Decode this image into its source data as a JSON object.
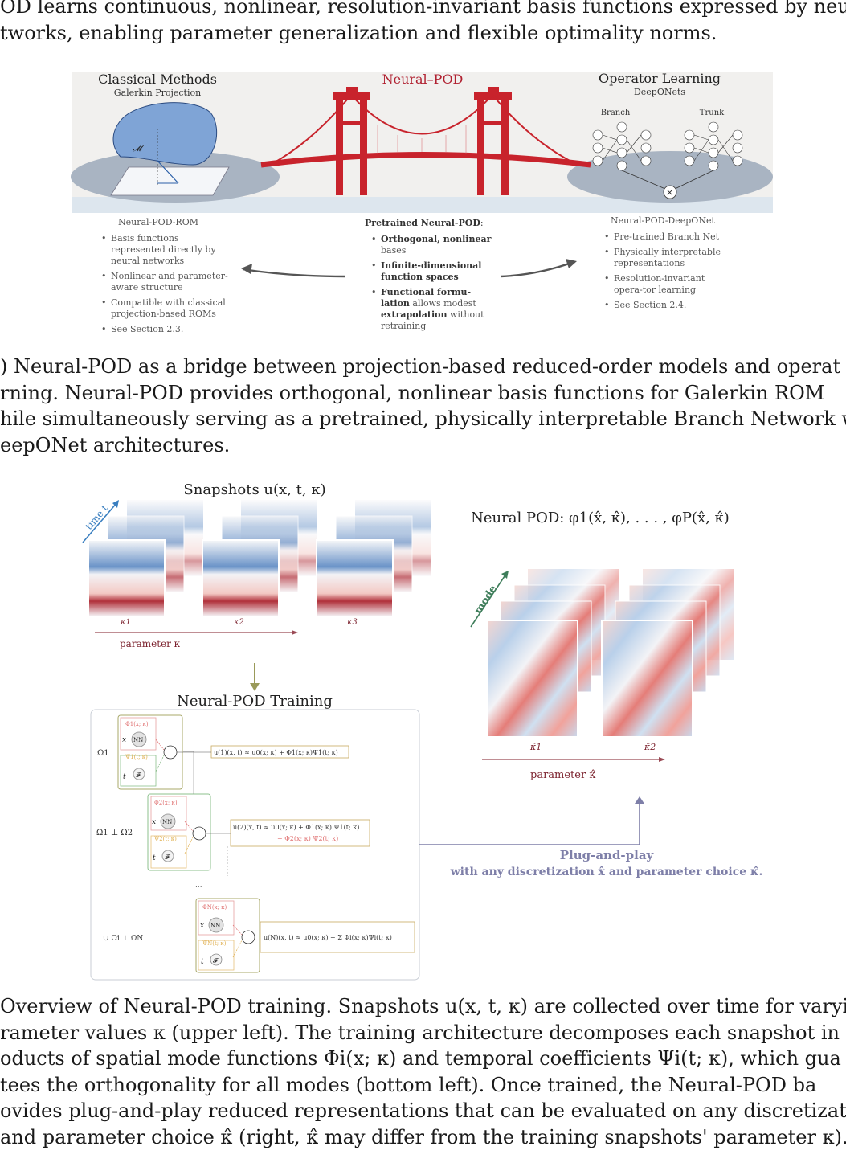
{
  "top_text": {
    "lines": [
      "OD learns continuous, nonlinear, resolution-invariant basis functions expressed by neur",
      "tworks, enabling parameter generalization and flexible optimality norms."
    ]
  },
  "fig_a": {
    "classical_title": "Classical Methods",
    "classical_sub": "Galerkin Projection",
    "manifold_label": "𝓜",
    "bridge_title": "Neural–POD",
    "operator_title": "Operator Learning",
    "operator_sub": "DeepONets",
    "branch_label": "Branch",
    "trunk_label": "Trunk",
    "times_symbol": "×",
    "left_col": {
      "title": "Neural-POD-ROM",
      "items": [
        "Basis functions represented directly by neural networks",
        "Nonlinear and parameter-aware structure",
        "Compatible with classical projection-based ROMs",
        "See Section 2.3."
      ]
    },
    "mid_col": {
      "title_bold": "Pretrained Neural-POD",
      "title_rest": ":",
      "items": [
        {
          "bold": "Orthogonal, nonlinear",
          "rest": "bases"
        },
        {
          "bold": "Infinite-dimensional function spaces",
          "rest": ""
        },
        {
          "bold": "Functional formu-lation",
          "rest": "allows modest",
          "bold2": "extrapolation",
          "rest2": "without retraining"
        }
      ]
    },
    "right_col": {
      "title": "Neural-POD-DeepONet",
      "items": [
        "Pre-trained Branch Net",
        "Physically interpretable representations",
        "Resolution-invariant opera-tor learning",
        "See Section 2.4."
      ]
    }
  },
  "caption_a": {
    "lines": [
      ") Neural-POD as a bridge between projection-based reduced-order models and operat",
      "rning. Neural-POD provides orthogonal, nonlinear basis functions for Galerkin ROM",
      "hile simultaneously serving as a pretrained, physically interpretable Branch Network with",
      "eepONet architectures."
    ]
  },
  "fig_b": {
    "snapshots_label": "Snapshots u(x, t, κ)",
    "time_label": "time t",
    "kappa_labels": [
      "κ1",
      "κ2",
      "κ3"
    ],
    "parameter_label": "parameter κ",
    "training_title": "Neural-POD Training",
    "omega_labels": [
      "Ω1",
      "Ω1 ⊥ Ω2",
      "∪ Ωi ⊥ ΩN"
    ],
    "nn_label": "NN",
    "f_label": "𝓕",
    "x_label": "x",
    "t_label": "t",
    "phi_labels": [
      "Φ1(x; κ)",
      "Φ2(x; κ)",
      "ΦN(x; κ)"
    ],
    "psi_labels": [
      "Ψ1(t; κ)",
      "Ψ2(t; κ)",
      "ΨN(t; κ)"
    ],
    "eq1": "u(1)(x, t) ≈ u0(x; κ) + Φ1(x; κ)Ψ1(t; κ)",
    "eq2a": "u(2)(x, t) ≈ u0(x; κ) + Φ1(x; κ) Ψ1(t; κ)",
    "eq2b": "+ Φ2(x; κ) Ψ2(t; κ)",
    "eq3": "u(N)(x, t) ≈ u0(x; κ) + Σ Φi(x; κ)Ψi(t; κ)",
    "dots": "...",
    "neural_pod_label": "Neural POD: φ1(x̂, κ̂), . . . , φP(x̂, κ̂)",
    "mode_label": "mode",
    "khat_labels": [
      "κ̂1",
      "κ̂2"
    ],
    "parameter_hat_label": "parameter κ̂",
    "plug_title": "Plug-and-play",
    "plug_sub": "with any discretization x̂ and parameter choice κ̂."
  },
  "caption_b": {
    "lines": [
      "Overview of Neural-POD training. Snapshots u(x, t, κ) are collected over time for varyi",
      "rameter values κ (upper left). The training architecture decomposes each snapshot in",
      "oducts of spatial mode functions Φi(x; κ) and temporal coefficients Ψi(t; κ), which gua",
      "tees the orthogonality for all modes (bottom left). Once trained, the Neural-POD ba",
      "ovides plug-and-play reduced representations that can be evaluated on any discretizati",
      "and parameter choice κ̂ (right, κ̂ may differ from the training snapshots' parameter κ)."
    ]
  },
  "colors": {
    "bridge_red": "#c8232c",
    "manifold_blue": "#7fa4d6",
    "ground_grey": "#a9b4c2",
    "dark_red": "#7a1f2b",
    "arrow_green": "#3e7d5a",
    "plug_purple": "#7e7fa8",
    "olive": "#9a9a5a"
  }
}
